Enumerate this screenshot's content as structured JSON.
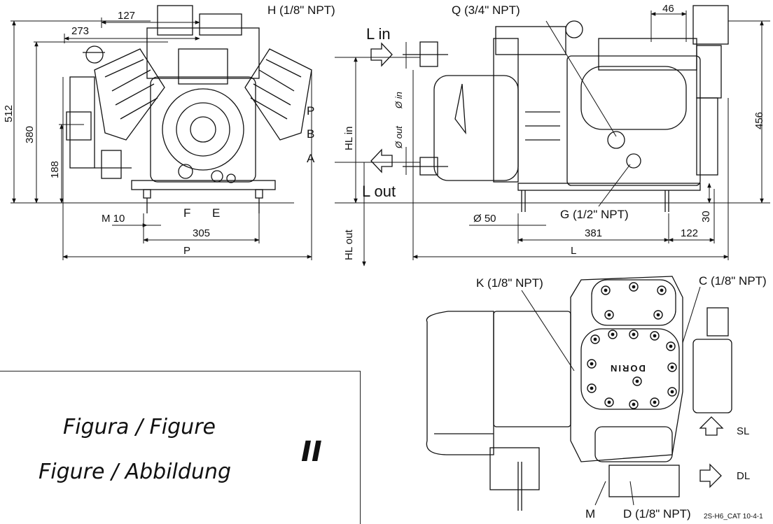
{
  "front_view": {
    "dims": [
      "127",
      "273",
      "512",
      "380",
      "188",
      "M 10",
      "305",
      "P"
    ],
    "callouts": [
      "H (1/8\" NPT)",
      "P",
      "B",
      "A",
      "F",
      "E"
    ]
  },
  "side_view": {
    "dims": [
      "46",
      "456",
      "HL in",
      "Ø in",
      "Ø out",
      "HL out",
      "Ø 50",
      "381",
      "122",
      "30",
      "L"
    ],
    "callouts": [
      "Q (3/4\" NPT)",
      "G (1/2\" NPT)"
    ],
    "flows": [
      "L in",
      "L out"
    ]
  },
  "top_view": {
    "callouts": [
      "K (1/8\" NPT)",
      "C (1/8\" NPT)",
      "M",
      "D (1/8\" NPT)"
    ],
    "flows": [
      "SL",
      "DL"
    ],
    "logo": "DORIN",
    "ref_code": "2S-H6_CAT 10-4-1"
  },
  "caption": {
    "line1": "Figura / Figure",
    "line2": "Figure / Abbildung",
    "number": "II"
  }
}
